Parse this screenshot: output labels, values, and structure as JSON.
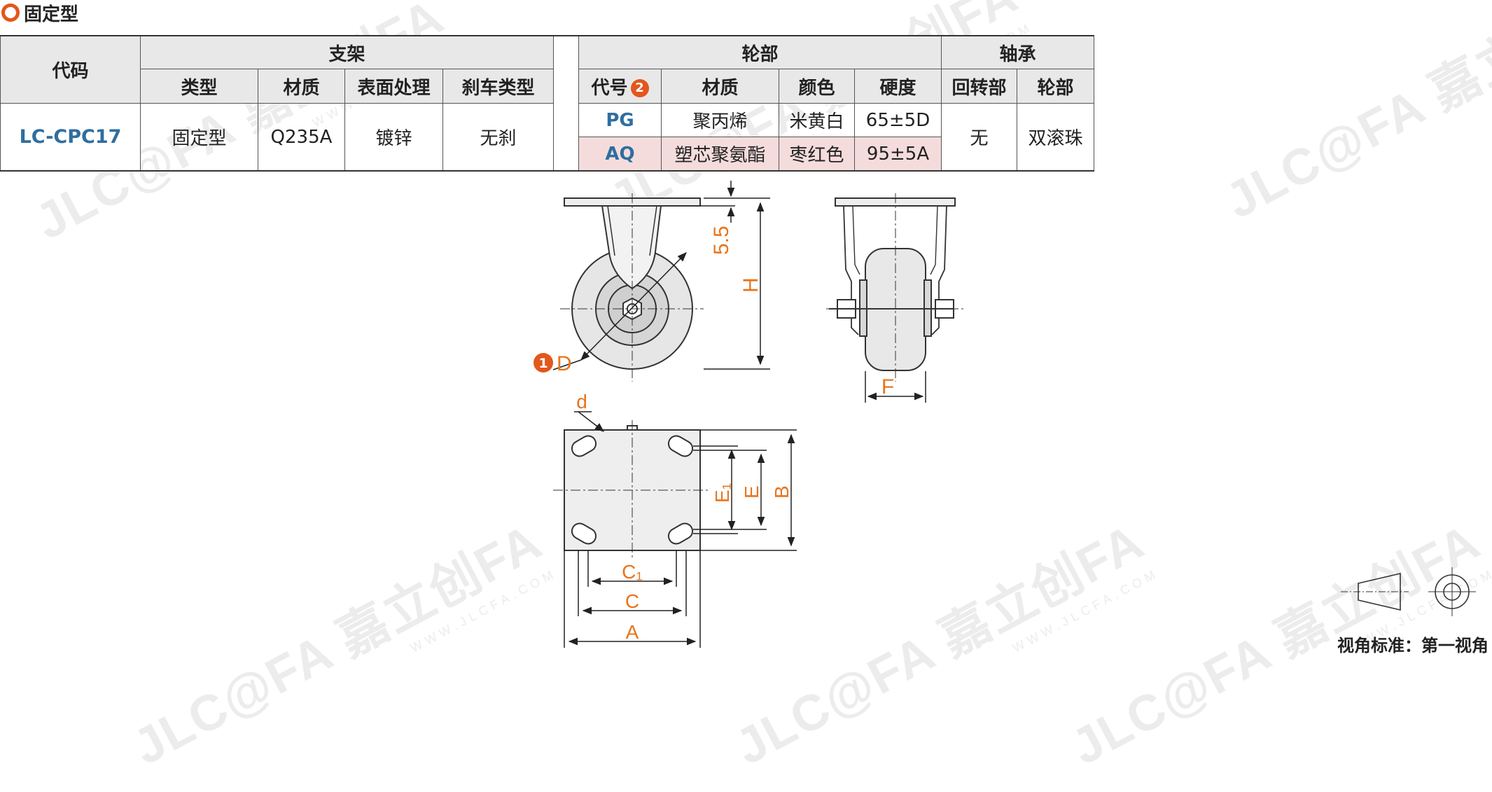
{
  "section_title": "固定型",
  "table": {
    "header_top": {
      "code": "代码",
      "bracket": "支架",
      "wheel": "轮部",
      "bearing": "轴承"
    },
    "header_sub": {
      "type": "类型",
      "material": "材质",
      "surface": "表面处理",
      "brake": "刹车类型",
      "wheel_code": "代号",
      "wheel_code_badge": "2",
      "wheel_material": "材质",
      "color": "颜色",
      "hardness": "硬度",
      "swivel": "回转部",
      "wheel_bearing": "轮部"
    },
    "row": {
      "code": "LC-CPC17",
      "type": "固定型",
      "material": "Q235A",
      "surface": "镀锌",
      "brake": "无刹",
      "swivel": "无",
      "wheel_bearing": "双滚珠"
    },
    "wheels": [
      {
        "code": "PG",
        "material": "聚丙烯",
        "color": "米黄白",
        "hardness": "65±5D"
      },
      {
        "code": "AQ",
        "material": "塑芯聚氨酯",
        "color": "枣红色",
        "hardness": "95±5A"
      }
    ]
  },
  "drawing": {
    "dim_55": "5.5",
    "dim_H": "H",
    "dim_D": "D",
    "dim_D_badge": "1",
    "dim_F": "F",
    "dim_d": "d",
    "dim_E1": "E₁",
    "dim_E": "E",
    "dim_B": "B",
    "dim_C1": "C₁",
    "dim_C": "C",
    "dim_A": "A"
  },
  "watermark": {
    "brand": "JLC@FA 嘉立创FA",
    "url": "WWW.JLCFA.COM"
  },
  "view_standard": "视角标准：第一视角",
  "colors": {
    "accent": "#e2571c",
    "code_blue": "#2f6ea0",
    "dim_orange": "#e8741c",
    "highlight_row": "#f5dcdc",
    "header_bg": "#e8e8e8"
  }
}
